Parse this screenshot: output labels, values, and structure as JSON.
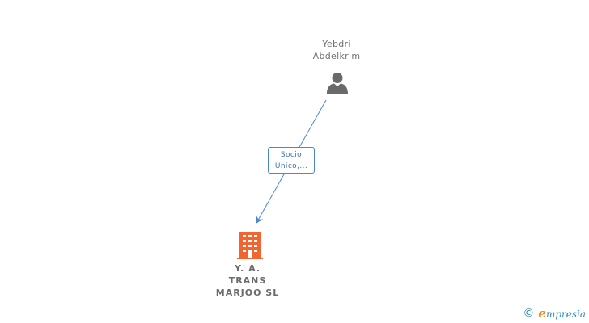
{
  "person": {
    "name_line1": "Yebdri",
    "name_line2": "Abdelkrim",
    "icon": "person-icon"
  },
  "relation": {
    "line1": "Socio",
    "line2": "Único,..."
  },
  "company": {
    "name_line1": "Y. A.",
    "name_line2": "TRANS",
    "name_line3": "MARJOO SL",
    "icon": "building-icon"
  },
  "footer": {
    "copyright": "©",
    "brand_initial": "e",
    "brand_rest": "mpresia"
  },
  "colors": {
    "edge": "#4a86d6",
    "person_icon": "#6a6a6a",
    "company_icon": "#f26531",
    "brand_blue": "#2a8bbf",
    "brand_orange": "#f08a1c"
  }
}
